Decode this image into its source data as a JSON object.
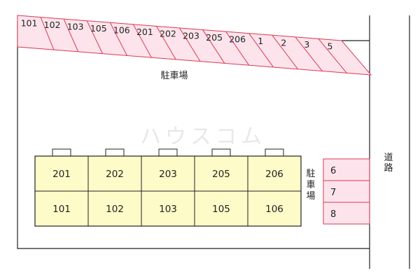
{
  "parking_top": {
    "label": "駐車場",
    "spaces": [
      "101",
      "102",
      "103",
      "105",
      "106",
      "201",
      "202",
      "203",
      "205",
      "206",
      "1",
      "2",
      "3",
      "5"
    ]
  },
  "parking_side": {
    "label": [
      "駐",
      "車",
      "場"
    ],
    "spaces": [
      "6",
      "7",
      "8"
    ]
  },
  "building": {
    "upper_floor": [
      "201",
      "202",
      "203",
      "205",
      "206"
    ],
    "lower_floor": [
      "101",
      "102",
      "103",
      "105",
      "106"
    ]
  },
  "road": {
    "label": [
      "道",
      "路"
    ]
  },
  "watermark": "ハウスコム",
  "colors": {
    "parking_fill": "#fde4ec",
    "parking_stroke": "#d93a52",
    "building_fill": "#fdfbc8",
    "line": "#222222"
  }
}
